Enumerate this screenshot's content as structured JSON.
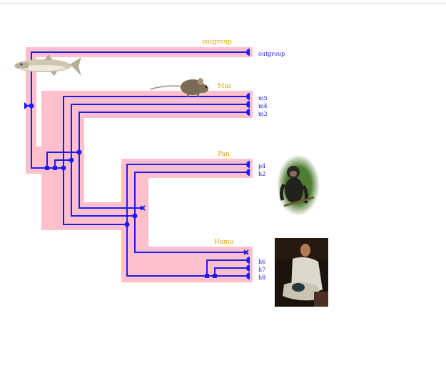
{
  "species": {
    "outgroup": "outgroup",
    "mus": "Mus",
    "pan": "Pan",
    "homo": "Homo"
  },
  "leaves": {
    "outgroup": "outgroup",
    "m5": "m5",
    "m4": "m4",
    "m2": "m2",
    "p4": "p4",
    "h2": "h2",
    "h6": "h6",
    "h7": "h7",
    "h8": "h8"
  },
  "colors": {
    "species_tree": "#ffc0cb",
    "gene_tree": "#1a1aff",
    "species_label": "#e8a317"
  },
  "icons": {
    "outgroup": "fish-icon",
    "mus": "mouse-icon",
    "pan": "chimpanzee-icon",
    "homo": "human-portrait-icon"
  }
}
